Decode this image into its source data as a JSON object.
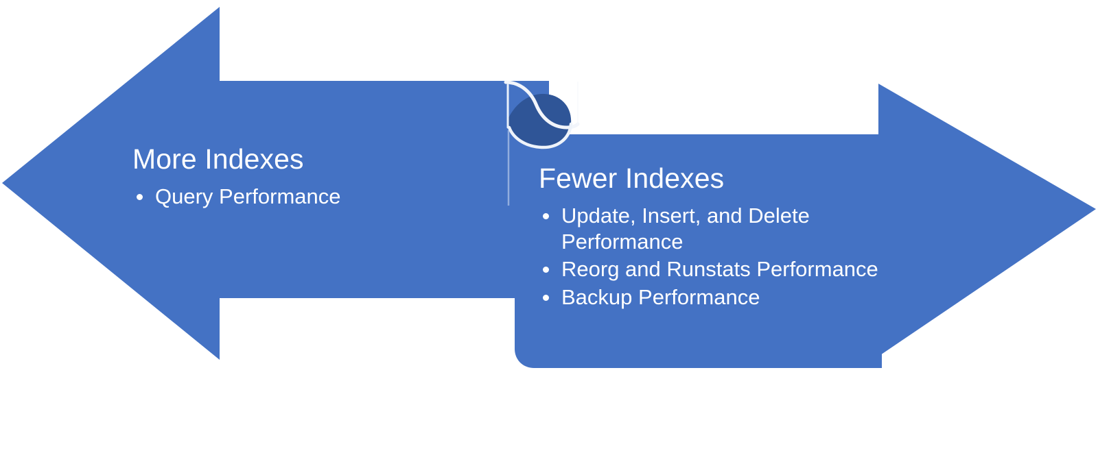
{
  "diagram": {
    "title": "More Indexes vs Fewer Indexes tradeoff",
    "type": "two-headed-arrow-tradeoff",
    "colors": {
      "arrow_fill": "#4472C4",
      "fold_dark": "#2F5597",
      "fold_highlight": "#FFFFFF",
      "text": "#FFFFFF",
      "background": "#FFFFFF"
    },
    "left": {
      "direction": "left",
      "heading": "More Indexes",
      "bullets": [
        {
          "text": "Query Performance"
        }
      ]
    },
    "right": {
      "direction": "right",
      "heading": "Fewer Indexes",
      "bullets": [
        {
          "text": "Update, Insert, and Delete Performance"
        },
        {
          "text": "Reorg and Runstats Performance"
        },
        {
          "text": "Backup Performance"
        }
      ]
    }
  }
}
